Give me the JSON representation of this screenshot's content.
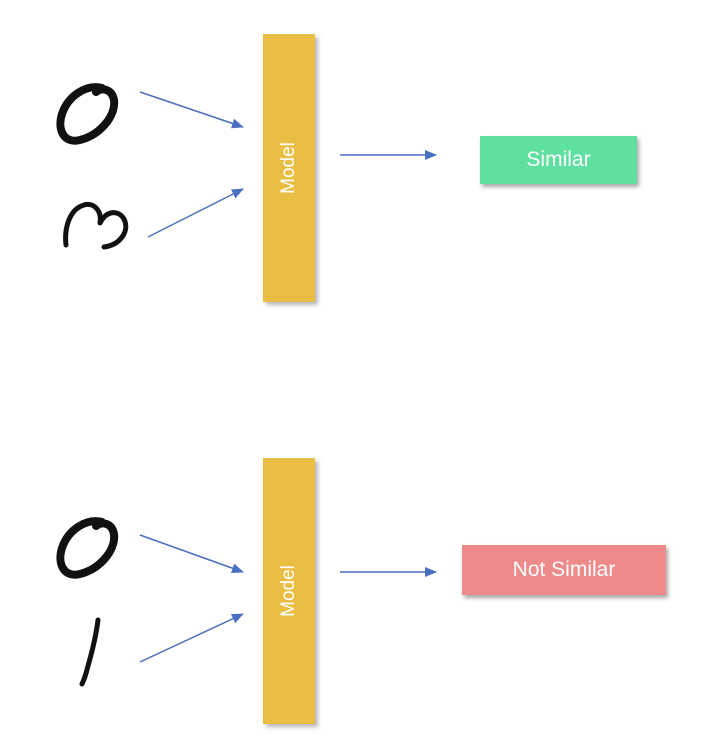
{
  "diagram": {
    "example_similar": {
      "digit_a_shape": "handwritten-zero",
      "digit_b_shape": "handwritten-three-rotated",
      "model_label": "Model",
      "result_label": "Similar",
      "result_color": "#5fe0a0"
    },
    "example_not_similar": {
      "digit_a_shape": "handwritten-zero",
      "digit_b_shape": "handwritten-one",
      "model_label": "Model",
      "result_label": "Not Similar",
      "result_color": "#ef8a8a"
    },
    "colors": {
      "model_bar": "#e9be42",
      "arrow": "#4a6fc0",
      "ink": "#111111"
    }
  }
}
